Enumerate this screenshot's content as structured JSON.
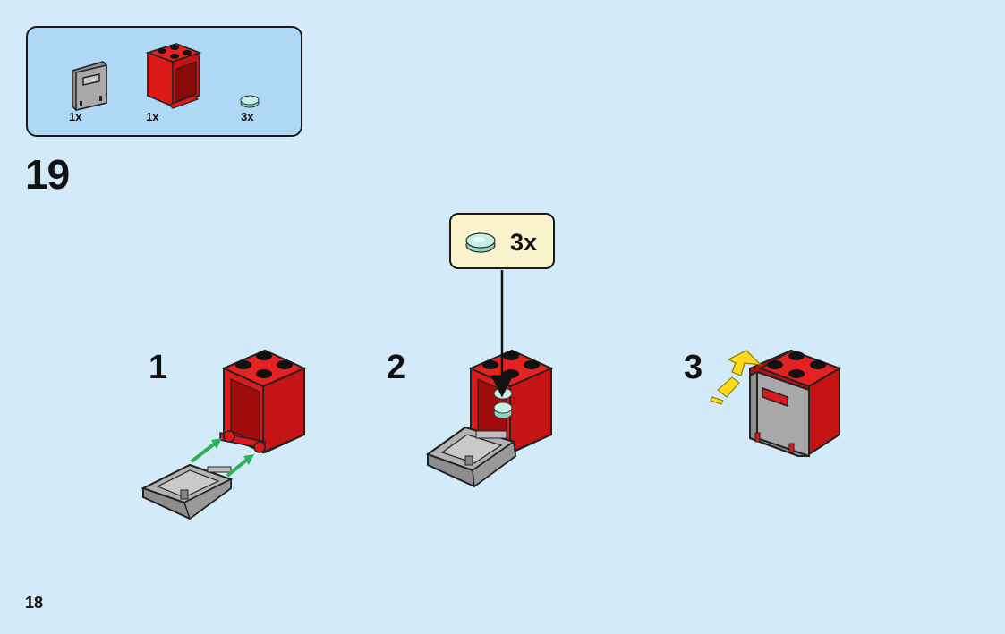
{
  "parts_list": {
    "items": [
      {
        "name": "grey door panel",
        "qty": "1x"
      },
      {
        "name": "red cupboard 2x2",
        "qty": "1x"
      },
      {
        "name": "trans-light-blue round tile",
        "qty": "3x"
      }
    ]
  },
  "step": {
    "number": "19"
  },
  "substeps": [
    {
      "label": "1"
    },
    {
      "label": "2"
    },
    {
      "label": "3"
    }
  ],
  "callout": {
    "qty": "3x"
  },
  "page": {
    "number": "18"
  },
  "colors": {
    "background": "#d3ebf8",
    "parts_box": "#aed8f5",
    "callout_bg": "#fbf3cc",
    "brick_red": "#dd1a1a",
    "grey": "#a3a3a3",
    "arrow_green": "#2fae5c",
    "arrow_yellow": "#ffd81c"
  }
}
